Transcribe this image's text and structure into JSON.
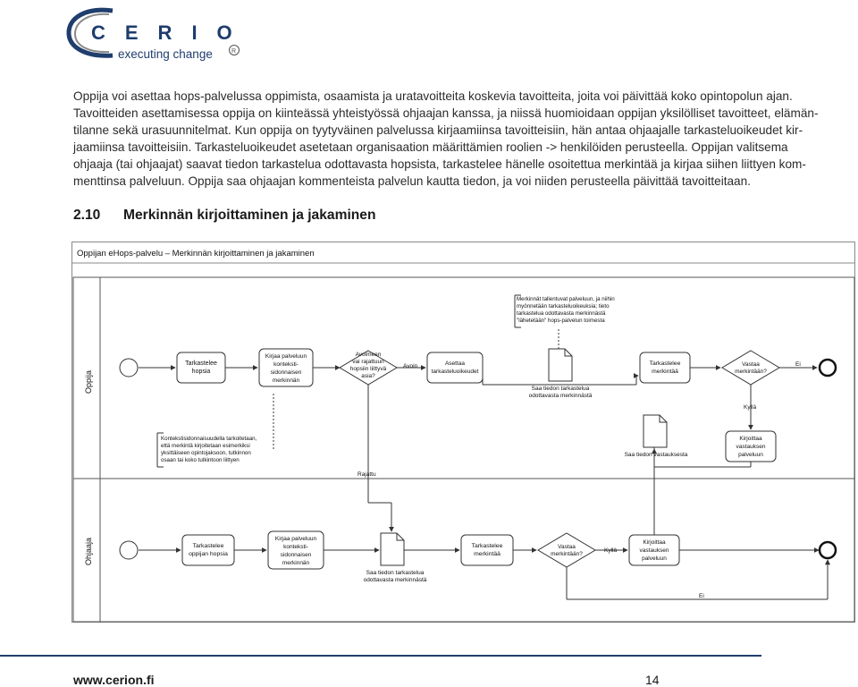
{
  "logo": {
    "name": "CERION",
    "tagline": "executing change",
    "registered": "R"
  },
  "body": {
    "paragraph_1": "Oppija voi asettaa hops-palvelussa oppimista, osaamista ja uratavoitteita koskevia tavoitteita, joita voi päivittää koko opintopolun ajan.",
    "paragraph_2_lines": [
      "Tavoitteiden asettamisessa oppija on kiinteässä yhteistyössä ohjaajan kanssa, ja niissä huomioidaan oppijan yksilölliset tavoitteet, elämän-",
      "tilanne sekä urasuunnitelmat. Kun oppija on tyytyväinen palvelussa kirjaamiinsa tavoitteisiin, hän antaa ohjaajalle tarkasteluoikeudet kir-",
      "jaamiinsa tavoitteisiin. Tarkasteluoikeudet asetetaan organisaation määrittämien roolien -> henkilöiden perusteella. Oppijan valitsema",
      "ohjaaja (tai ohjaajat) saavat tiedon tarkastelua odottavasta hopsista, tarkastelee hänelle osoitettua merkintää ja kirjaa siihen liittyen kom-",
      "menttinsa palveluun. Oppija saa ohjaajan kommenteista palvelun kautta tiedon, ja voi niiden perusteella päivittää tavoitteitaan."
    ]
  },
  "section": {
    "number": "2.10",
    "title": "Merkinnän kirjoittaminen ja jakaminen"
  },
  "diagram": {
    "title": "Oppijan eHops-palvelu – Merkinnän kirjoittaminen ja jakaminen",
    "lanes": [
      "Oppija",
      "Ohjaaja"
    ],
    "oppija": {
      "task_review_hops": [
        "Tarkastelee",
        "hopsia"
      ],
      "task_write_entry": [
        "Kirjaa palveluun",
        "konteksti-",
        "sidonnaisen",
        "merkinnän"
      ],
      "gateway_open": [
        "Avoimeen",
        "vai rajattuun",
        "hopsiin liittyvä",
        "asia?"
      ],
      "label_avoin": "Avoin",
      "task_set_rights": [
        "Asettaa",
        "tarkasteluoikeudet"
      ],
      "annotation_saved": [
        "Merkinnät tallentuvat palveluun, ja niihin",
        "myönnetään tarkasteluoikeuksia; tieto",
        "tarkastelua odottavasta merkinnästä",
        "\"lähetetään\" hops-palvelun toimesta"
      ],
      "doc_notify_waiting": [
        "Saa tiedon tarkastelua",
        "odottavasta merkinnästä"
      ],
      "task_review_entry": [
        "Tarkastelee",
        "merkintää"
      ],
      "gateway_reply": [
        "Vastaa",
        "merkintään?"
      ],
      "label_ei": "Ei",
      "label_kylla": "Kyllä",
      "doc_notify_reply": [
        "Saa tiedon vastauksesta"
      ],
      "task_write_reply": [
        "Kirjoittaa",
        "vastauksen",
        "palveluun"
      ],
      "annotation_context": [
        "Kontekstisidonnaisuudella tarkoitetaan,",
        "että merkintä kirjoitetaan esimerkiksi",
        "yksittäiseen opintojaksoon, tutkinnon",
        "osaan tai koko tutkintoon liittyen"
      ],
      "label_rajattu": "Rajattu"
    },
    "ohjaaja": {
      "task_review_hops": [
        "Tarkastelee",
        "oppijan hopsia"
      ],
      "task_write_entry": [
        "Kirjaa palveluun",
        "konteksti-",
        "sidonnaisen",
        "merkinnän"
      ],
      "doc_notify_waiting": [
        "Saa tiedon tarkastelua",
        "odottavasta merkinnästä"
      ],
      "task_review_entry": [
        "Tarkastelee",
        "merkintää"
      ],
      "gateway_reply": [
        "Vastaa",
        "merkintään?"
      ],
      "label_kylla": "Kyllä",
      "task_write_reply": [
        "Kirjoittaa",
        "vastauksen",
        "palveluun"
      ],
      "label_ei": "Ei"
    }
  },
  "footer": {
    "url": "www.cerion.fi",
    "page": "14"
  },
  "colors": {
    "brand_blue": "#1f3d6d",
    "logo_grey": "#8a8a8a",
    "diagram_line": "#333333"
  }
}
